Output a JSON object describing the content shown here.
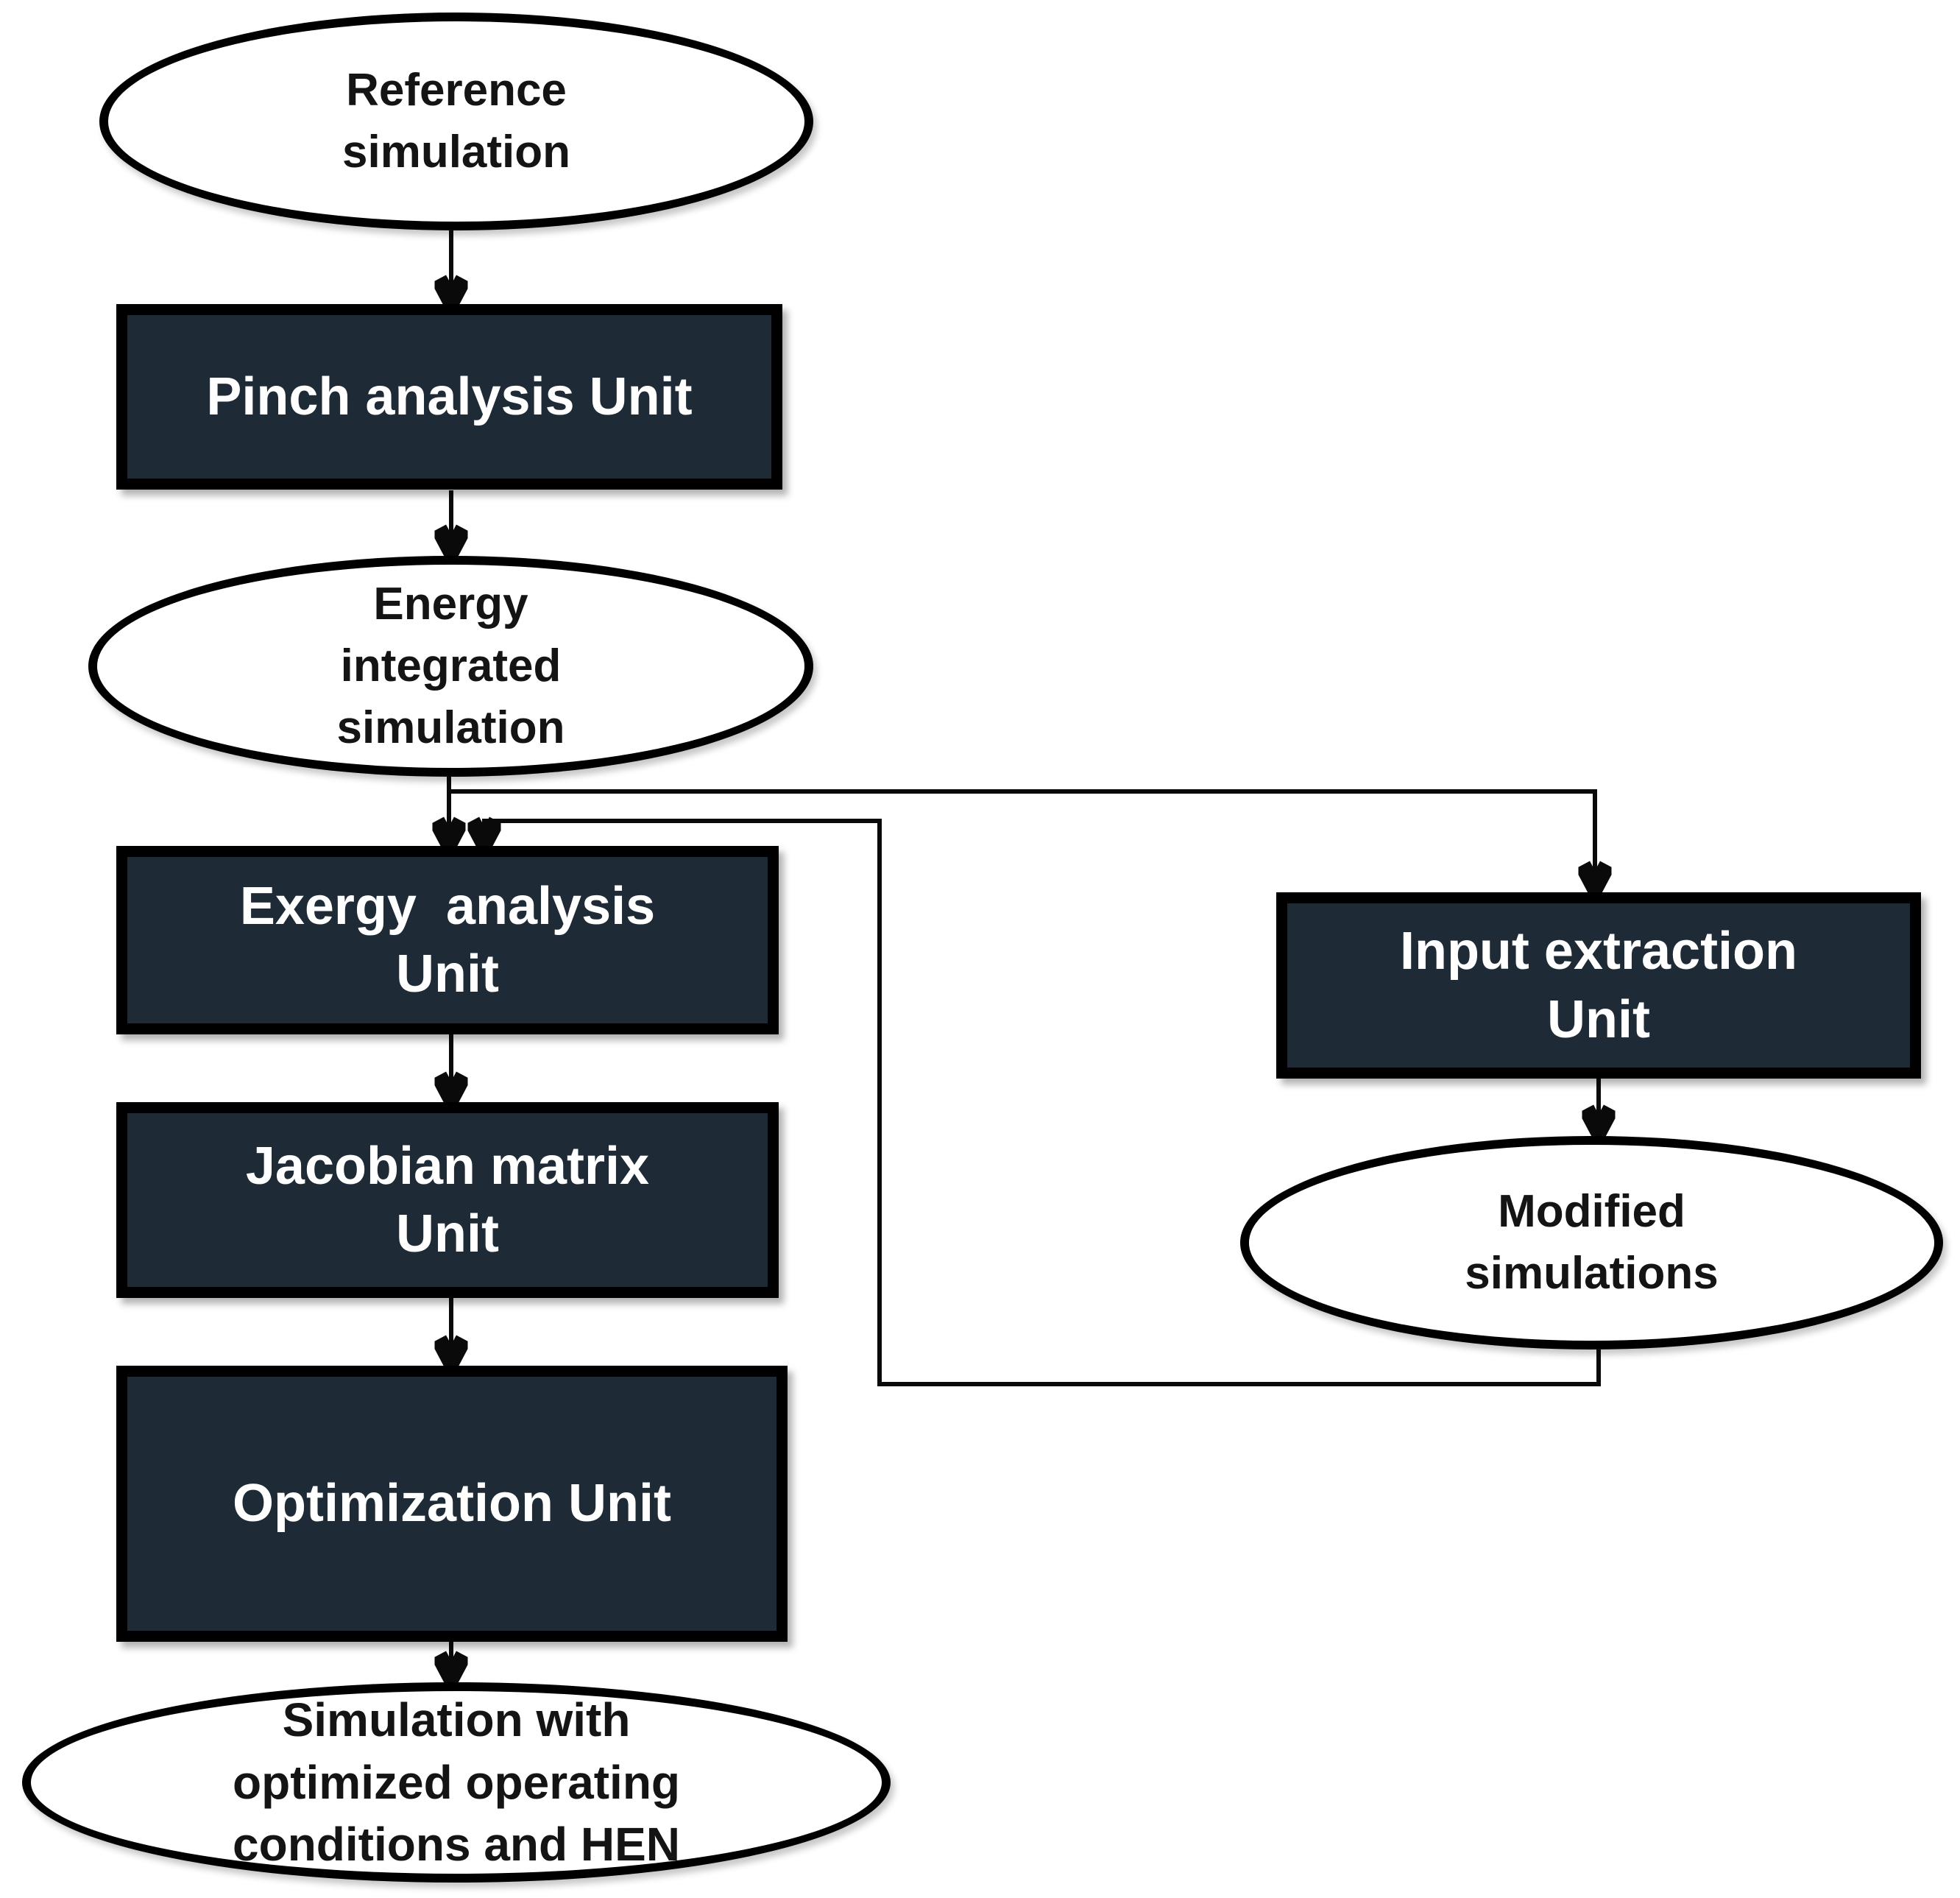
{
  "diagram": {
    "type": "flowchart",
    "background": "#ffffff",
    "colors": {
      "box_fill": "#1e2a36",
      "box_text": "#ffffff",
      "ellipse_fill": "#ffffff",
      "ellipse_text": "#141414",
      "outline": "#000000",
      "line": "#0a0a0a"
    },
    "nodes": {
      "reference_simulation": {
        "shape": "ellipse",
        "label": "Reference\nsimulation"
      },
      "pinch_analysis_unit": {
        "shape": "process",
        "label": "Pinch analysis Unit"
      },
      "energy_integrated_simulation": {
        "shape": "ellipse",
        "label": "Energy\nintegrated\nsimulation"
      },
      "exergy_analysis_unit": {
        "shape": "process",
        "label": "Exergy  analysis\nUnit"
      },
      "jacobian_matrix_unit": {
        "shape": "process",
        "label": "Jacobian matrix\nUnit"
      },
      "optimization_unit": {
        "shape": "process",
        "label": "Optimization Unit"
      },
      "simulation_optimized": {
        "shape": "ellipse",
        "label": "Simulation with\noptimized operating\nconditions and HEN"
      },
      "input_extraction_unit": {
        "shape": "process",
        "label": "Input extraction\nUnit"
      },
      "modified_simulations": {
        "shape": "ellipse",
        "label": "Modified\nsimulations"
      }
    },
    "edges": [
      {
        "from": "reference_simulation",
        "to": "pinch_analysis_unit"
      },
      {
        "from": "pinch_analysis_unit",
        "to": "energy_integrated_simulation"
      },
      {
        "from": "energy_integrated_simulation",
        "to": "exergy_analysis_unit"
      },
      {
        "from": "energy_integrated_simulation",
        "to": "input_extraction_unit"
      },
      {
        "from": "input_extraction_unit",
        "to": "modified_simulations"
      },
      {
        "from": "modified_simulations",
        "to": "exergy_analysis_unit"
      },
      {
        "from": "exergy_analysis_unit",
        "to": "jacobian_matrix_unit"
      },
      {
        "from": "jacobian_matrix_unit",
        "to": "optimization_unit"
      },
      {
        "from": "optimization_unit",
        "to": "simulation_optimized"
      }
    ]
  }
}
